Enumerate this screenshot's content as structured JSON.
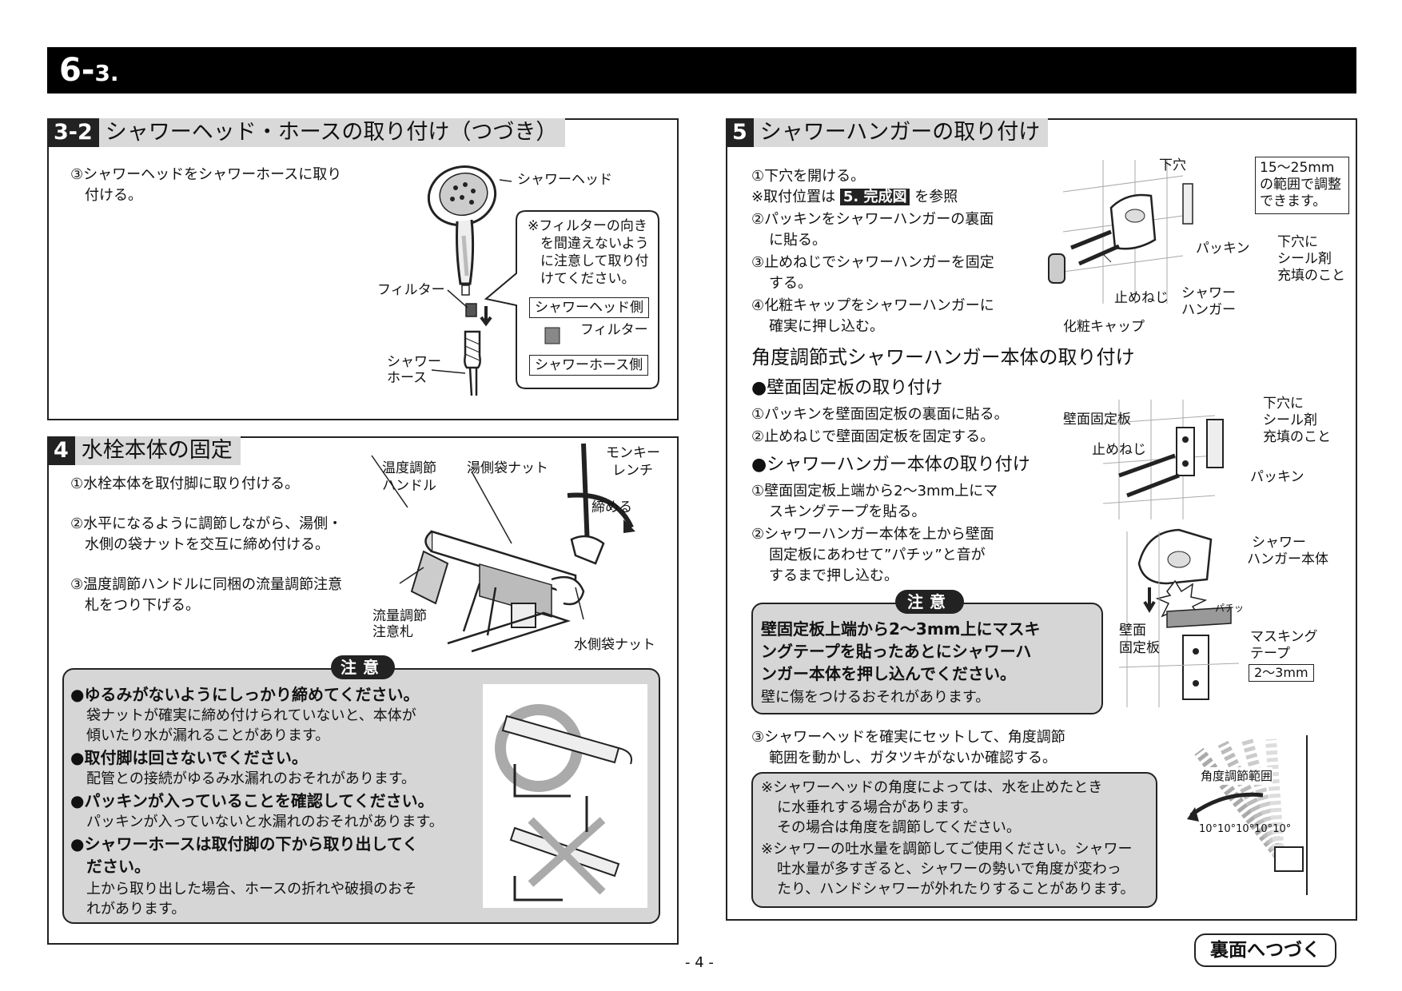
{
  "header": {
    "title_main": "6-",
    "title_small": "3."
  },
  "sec32": {
    "num": "3-2",
    "title": "シャワーヘッド・ホースの取り付け（つづき）",
    "step3_line1": "③シャワーヘッドをシャワーホースに取り",
    "step3_line2": "付ける。",
    "label_head": "シャワーヘッド",
    "label_filter": "フィルター",
    "label_hose_1": "シャワー",
    "label_hose_2": "ホース",
    "bubble_lines": [
      "※フィルターの向き",
      "を間違えないよう",
      "に注意して取り付",
      "けてください。"
    ],
    "bubble_head_side": "シャワーヘッド側",
    "bubble_filter": "フィルター",
    "bubble_hose_side": "シャワーホース側"
  },
  "sec4": {
    "num": "4",
    "title": "水栓本体の固定",
    "step1": "①水栓本体を取付脚に取り付ける。",
    "step2_line1": "②水平になるように調節しながら、湯側・",
    "step2_line2": "水側の袋ナットを交互に締め付ける。",
    "step3_line1": "③温度調節ハンドルに同梱の流量調節注意",
    "step3_line2": "札をつり下げる。",
    "label_temp_1": "温度調節",
    "label_temp_2": "ハンドル",
    "label_hot_nut": "湯側袋ナット",
    "label_wrench_1": "モンキー",
    "label_wrench_2": "レンチ",
    "label_tighten": "締める",
    "label_tag_1": "流量調節",
    "label_tag_2": "注意札",
    "label_cold_nut": "水側袋ナット",
    "caution_label": "注意",
    "caution": [
      {
        "head": "●ゆるみがないようにしっかり締めてください。",
        "body": [
          "袋ナットが確実に締め付けられていないと、本体が",
          "傾いたり水が漏れることがあります。"
        ]
      },
      {
        "head": "●取付脚は回さないでください。",
        "body": [
          "配管との接続がゆるみ水漏れのおそれがあります。"
        ]
      },
      {
        "head": "●パッキンが入っていることを確認してください。",
        "body": [
          "パッキンが入っていないと水漏れのおそれがあります。"
        ]
      },
      {
        "head": "●シャワーホースは取付脚の下から取り出してく",
        "head2": "ださい。",
        "body": [
          "上から取り出した場合、ホースの折れや破損のおそ",
          "れがあります。"
        ]
      }
    ]
  },
  "sec5": {
    "num": "5",
    "title": "シャワーハンガーの取り付け",
    "step1": "①下穴を開ける。",
    "step_ref_pre": "※取付位置は",
    "step_ref_box": "5. 完成図",
    "step_ref_post": "を参照",
    "step2_line1": "②パッキンをシャワーハンガーの裏面",
    "step2_line2": "に貼る。",
    "step3_line1": "③止めねじでシャワーハンガーを固定",
    "step3_line2": "する。",
    "step4_line1": "④化粧キャップをシャワーハンガーに",
    "step4_line2": "確実に押し込む。",
    "fig1_pilot": "下穴",
    "fig1_range": [
      "15〜25mm",
      "の範囲で調整",
      "できます。"
    ],
    "fig1_packing": "パッキン",
    "fig1_seal": [
      "下穴に",
      "シール剤",
      "充填のこと"
    ],
    "fig1_screw": "止めねじ",
    "fig1_hanger": [
      "シャワー",
      "ハンガー"
    ],
    "fig1_cap": "化粧キャップ",
    "angle_title": "角度調節式シャワーハンガー本体の取り付け",
    "wallplate_head": "●壁面固定板の取り付け",
    "wallplate_1": "①パッキンを壁面固定板の裏面に貼る。",
    "wallplate_2": "②止めねじで壁面固定板を固定する。",
    "fig2_plate": "壁面固定板",
    "fig2_screw": "止めねじ",
    "fig2_seal": [
      "下穴に",
      "シール剤",
      "充填のこと"
    ],
    "fig2_packing": "パッキン",
    "body_head": "●シャワーハンガー本体の取り付け",
    "body_1": [
      "①壁面固定板上端から2〜3mm上にマ",
      "スキングテープを貼る。"
    ],
    "body_2": [
      "②シャワーハンガー本体を上から壁面",
      "固定板にあわせて”パチッ”と音が",
      "するまで押し込む。"
    ],
    "fig3_body": [
      "シャワー",
      "ハンガー本体"
    ],
    "fig3_click": "パチッ",
    "fig3_plate": [
      "壁面",
      "固定板"
    ],
    "fig3_tape": [
      "マスキング",
      "テープ"
    ],
    "fig3_gap": "2〜3mm",
    "caution_label": "注意",
    "caution_bold": [
      "壁固定板上端から2〜3mm上にマスキ",
      "ングテープを貼ったあとにシャワーハ",
      "ンガー本体を押し込んでください。"
    ],
    "caution_body": "壁に傷をつけるおそれがあります。",
    "step3b": [
      "③シャワーヘッドを確実にセットして、角度調節",
      "範囲を動かし、ガタツキがないか確認する。"
    ],
    "note_box": [
      "※シャワーヘッドの角度によっては、水を止めたとき",
      "に水垂れする場合があります。",
      "その場合は角度を調節してください。",
      "※シャワーの吐水量を調節してご使用ください。シャワー",
      "吐水量が多すぎると、シャワーの勢いで角度が変わっ",
      "たり、ハンドシャワーが外れたりすることがあります。"
    ],
    "fig4_range": "角度調節範囲",
    "fig4_angles": [
      "10°",
      "10°",
      "10°",
      "10°",
      "10°"
    ]
  },
  "footer": {
    "page": "- 4 -",
    "next": "裏面へつづく"
  }
}
